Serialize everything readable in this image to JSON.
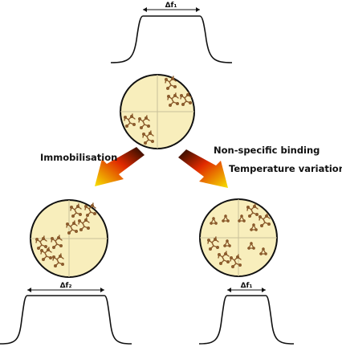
{
  "top_panel": {
    "delta_label": "Δf₁"
  },
  "arrows": {
    "left_label": "Immobilisation",
    "right_label_line1": "Non-specific binding",
    "right_label_line2": "Temperature variations"
  },
  "bottom_left": {
    "delta_label": "Δf₂"
  },
  "bottom_right": {
    "delta_label": "Δf₁"
  },
  "colors": {
    "disc_fill": "#f8eebc",
    "disc_stroke": "#111111",
    "molecule": "#8a5a2b",
    "arrow_start": "#1a0a00",
    "arrow_mid": "#e02a00",
    "arrow_end": "#f6e200"
  }
}
